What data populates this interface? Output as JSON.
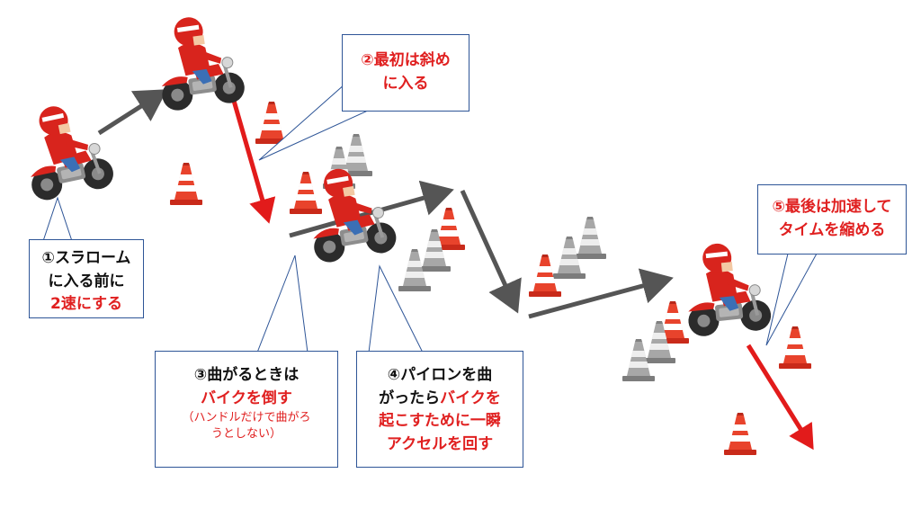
{
  "callouts": {
    "step1": {
      "line1": "①スラローム",
      "line2": "に入る前に",
      "line3_red": "2速にする"
    },
    "step2": {
      "line1_red": "②最初は斜め",
      "line2_red": "に入る"
    },
    "step3": {
      "line1": "③曲がるときは",
      "line2_red": "バイクを倒す",
      "note_line1_red": "（ハンドルだけで曲がろ",
      "note_line2_red": "うとしない）"
    },
    "step4": {
      "line1": "④パイロンを曲",
      "line2_prefix": "がったら",
      "line2_red": "バイクを",
      "line3_red": "起こすために一瞬",
      "line4_red": "アクセルを回す"
    },
    "step5": {
      "line1_red": "⑤最後は加速して",
      "line2_red": "タイムを縮める"
    }
  },
  "colors": {
    "accent_red": "#e02020",
    "path_gray": "#555555",
    "callout_border": "#2e5597",
    "cone_red": "#e03a25",
    "cone_gray": "#9a9a9a"
  }
}
